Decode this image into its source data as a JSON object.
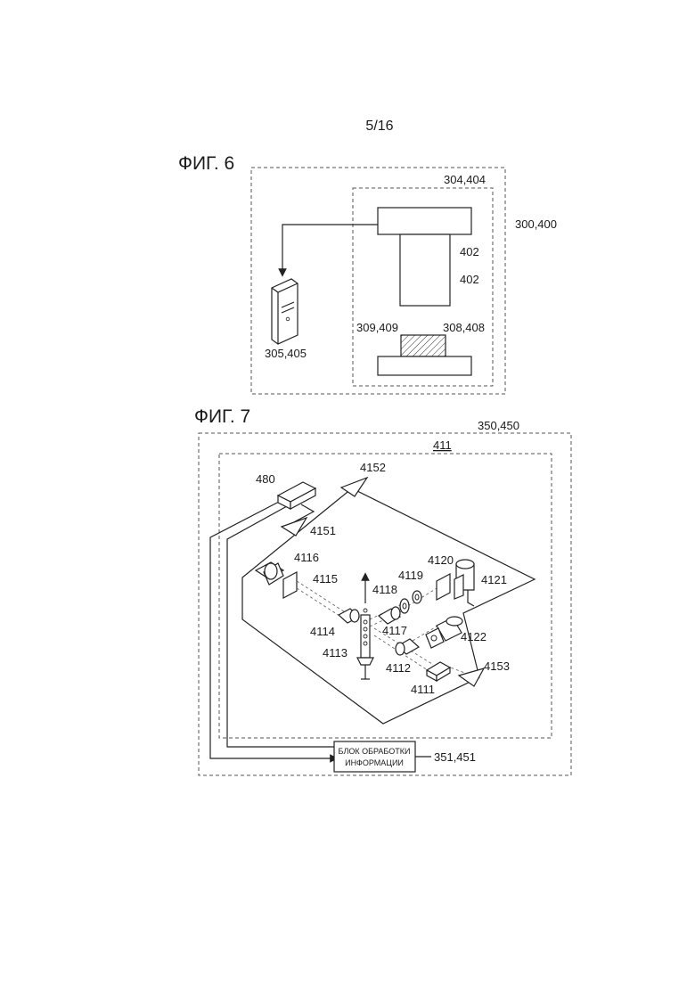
{
  "page_number": "5/16",
  "fig6": {
    "title": "ФИГ. 6",
    "labels": {
      "outer": "300,400",
      "inner": "304,404",
      "head_top": "402",
      "head_body": "402",
      "computer": "305,405",
      "stage": "309,409",
      "sample": "308,408"
    }
  },
  "fig7": {
    "title": "ФИГ. 7",
    "labels": {
      "outer": "350,450",
      "inner": "411",
      "hub": "480",
      "m4152": "4152",
      "m4151": "4151",
      "c4116": "4116",
      "c4115": "4115",
      "c4114": "4114",
      "c4113": "4113",
      "c4112": "4112",
      "c4111": "4111",
      "c4117": "4117",
      "c4118": "4118",
      "c4119": "4119",
      "c4120": "4120",
      "c4121": "4121",
      "c4122": "4122",
      "m4153": "4153",
      "processor_ref": "351,451"
    },
    "processor_box": {
      "line1": "БЛОК ОБРАБОТКИ",
      "line2": "ИНФОРМАЦИИ"
    }
  }
}
